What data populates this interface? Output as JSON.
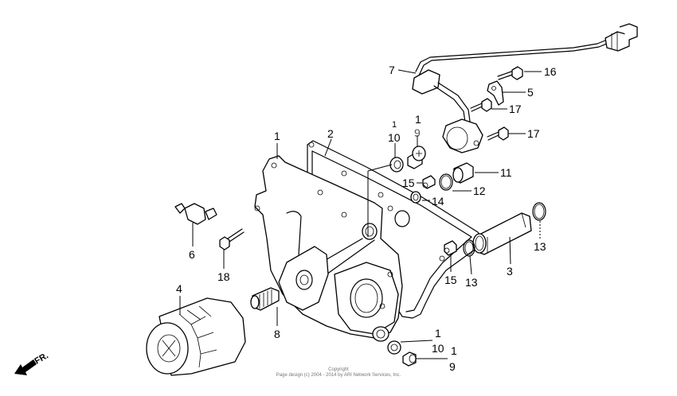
{
  "diagram": {
    "type": "exploded parts diagram",
    "subject": "right crankcase cover / oil pump assembly",
    "direction_indicator": "FR.",
    "copyright": {
      "line1": "Copyright",
      "line2": "Page design (c) 2004 - 2014 by ARI Network Services, Inc."
    },
    "callouts": [
      {
        "id": "c1a",
        "label": "1"
      },
      {
        "id": "c2",
        "label": "2"
      },
      {
        "id": "c1b",
        "label": "1"
      },
      {
        "id": "c10a",
        "label": "10"
      },
      {
        "id": "c1c",
        "label": "1"
      },
      {
        "id": "c9a",
        "label": "9"
      },
      {
        "id": "c7",
        "label": "7"
      },
      {
        "id": "c16",
        "label": "16"
      },
      {
        "id": "c5",
        "label": "5"
      },
      {
        "id": "c17a",
        "label": "17"
      },
      {
        "id": "c17b",
        "label": "17"
      },
      {
        "id": "c11",
        "label": "11"
      },
      {
        "id": "c15a",
        "label": "15"
      },
      {
        "id": "c12",
        "label": "12"
      },
      {
        "id": "c14",
        "label": "14"
      },
      {
        "id": "c13a",
        "label": "13"
      },
      {
        "id": "c15b",
        "label": "15"
      },
      {
        "id": "c13b",
        "label": "13"
      },
      {
        "id": "c3",
        "label": "3"
      },
      {
        "id": "c6",
        "label": "6"
      },
      {
        "id": "c18",
        "label": "18"
      },
      {
        "id": "c4",
        "label": "4"
      },
      {
        "id": "c8",
        "label": "8"
      },
      {
        "id": "c1d",
        "label": "1"
      },
      {
        "id": "c10b",
        "label": "10"
      },
      {
        "id": "c1e",
        "label": "1"
      },
      {
        "id": "c9b",
        "label": "9"
      }
    ]
  }
}
